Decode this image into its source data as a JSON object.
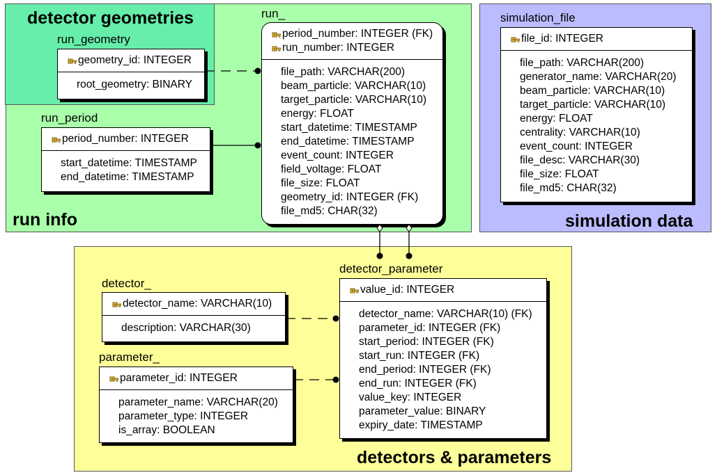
{
  "groups": {
    "run_info": {
      "title": "run info",
      "color": "#aaffaa"
    },
    "detector_geometries": {
      "title": "detector geometries",
      "color": "#66eeaa"
    },
    "simulation_data": {
      "title": "simulation data",
      "color": "#bbbbff"
    },
    "detectors_parameters": {
      "title": "detectors & parameters",
      "color": "#ffff99"
    }
  },
  "entities": {
    "run_geometry": {
      "name": "run_geometry",
      "pk": [
        "geometry_id: INTEGER"
      ],
      "attrs": [
        "root_geometry: BINARY"
      ]
    },
    "run_period": {
      "name": "run_period",
      "pk": [
        "period_number: INTEGER"
      ],
      "attrs": [
        "start_datetime: TIMESTAMP",
        "end_datetime: TIMESTAMP"
      ]
    },
    "run_": {
      "name": "run_",
      "pk": [
        "period_number: INTEGER (FK)",
        "run_number: INTEGER"
      ],
      "attrs": [
        "file_path: VARCHAR(200)",
        "beam_particle: VARCHAR(10)",
        "target_particle: VARCHAR(10)",
        "energy: FLOAT",
        "start_datetime: TIMESTAMP",
        "end_datetime: TIMESTAMP",
        "event_count: INTEGER",
        "field_voltage: FLOAT",
        "file_size: FLOAT",
        "geometry_id: INTEGER (FK)",
        "file_md5: CHAR(32)"
      ]
    },
    "simulation_file": {
      "name": "simulation_file",
      "pk": [
        "file_id: INTEGER"
      ],
      "attrs": [
        "file_path: VARCHAR(200)",
        "generator_name: VARCHAR(20)",
        "beam_particle: VARCHAR(10)",
        "target_particle: VARCHAR(10)",
        "energy: FLOAT",
        "centrality: VARCHAR(10)",
        "event_count: INTEGER",
        "file_desc: VARCHAR(30)",
        "file_size: FLOAT",
        "file_md5: CHAR(32)"
      ]
    },
    "detector_": {
      "name": "detector_",
      "pk": [
        "detector_name: VARCHAR(10)"
      ],
      "attrs": [
        "description: VARCHAR(30)"
      ]
    },
    "parameter_": {
      "name": "parameter_",
      "pk": [
        "parameter_id: INTEGER"
      ],
      "attrs": [
        "parameter_name: VARCHAR(20)",
        "parameter_type: INTEGER",
        "is_array: BOOLEAN"
      ]
    },
    "detector_parameter": {
      "name": "detector_parameter",
      "pk": [
        "value_id: INTEGER"
      ],
      "attrs": [
        "detector_name: VARCHAR(10) (FK)",
        "parameter_id: INTEGER (FK)",
        "start_period: INTEGER (FK)",
        "start_run: INTEGER (FK)",
        "end_period: INTEGER (FK)",
        "end_run: INTEGER (FK)",
        "value_key: INTEGER",
        "parameter_value: BINARY",
        "expiry_date: TIMESTAMP"
      ]
    }
  }
}
